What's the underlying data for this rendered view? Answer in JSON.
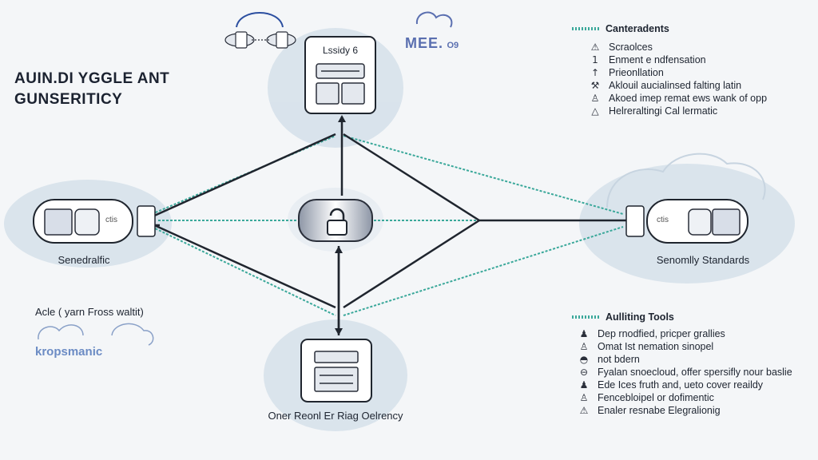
{
  "title": {
    "line1": "AUIN.DI YGGLE ANT",
    "line2": "GUNSERITICY"
  },
  "top_brand": {
    "text": "MEE.",
    "suffix": "O9"
  },
  "nodes": {
    "top": {
      "label": "Lssidy 6"
    },
    "left": {
      "label": "Senedralfic",
      "tag": "ctis"
    },
    "right": {
      "label": "Senomlly Standards",
      "tag": "ctis"
    },
    "bottom": {
      "label": "Oner Reonl Er Riag Oelrency"
    }
  },
  "left_cloud": {
    "note": "Acle ( yarn Fross waltit)",
    "brand": "kropsmanic"
  },
  "legend_top": {
    "heading": "Canteradents",
    "items": [
      {
        "icon": "warning-icon",
        "glyph": "⚠",
        "text": "Scraolces"
      },
      {
        "icon": "number-one-icon",
        "glyph": "1",
        "text": "Enment e ndfensation"
      },
      {
        "icon": "arrow-up-icon",
        "glyph": "↑",
        "text": "Prieonllation"
      },
      {
        "icon": "tools-icon",
        "glyph": "⚒",
        "text": "Aklouil aucialinsed falting latin"
      },
      {
        "icon": "person-icon",
        "glyph": "♙",
        "text": "Akoed imep remat ews wank of opp"
      },
      {
        "icon": "triangle-icon",
        "glyph": "△",
        "text": "Helreraltingi Cal lermatic"
      }
    ]
  },
  "legend_bottom": {
    "heading": "Aulliting Tools",
    "items": [
      {
        "icon": "pawn-icon",
        "glyph": "♟",
        "text": "Dep rnodfied, pricper grallies"
      },
      {
        "icon": "person-icon",
        "glyph": "♙",
        "text": "Omat Ist nemation sinopel"
      },
      {
        "icon": "shield-icon",
        "glyph": "◓",
        "text": "not bdern"
      },
      {
        "icon": "minus-circle-icon",
        "glyph": "⊖",
        "text": "Fyalan snoecloud, offer spersifly nour baslie"
      },
      {
        "icon": "pawn-icon",
        "glyph": "♟",
        "text": "Ede Ices fruth and, ueto cover reaildy"
      },
      {
        "icon": "person-icon",
        "glyph": "♙",
        "text": "Fencebloipel or dofimentic"
      },
      {
        "icon": "warning-icon",
        "glyph": "⚠",
        "text": "Enaler resnabe Elegralionig"
      }
    ]
  },
  "center": {
    "icon": "lock-icon"
  },
  "colors": {
    "cloud": "#d5e0ea",
    "teal": "#3aa89a",
    "line": "#1f252e"
  }
}
